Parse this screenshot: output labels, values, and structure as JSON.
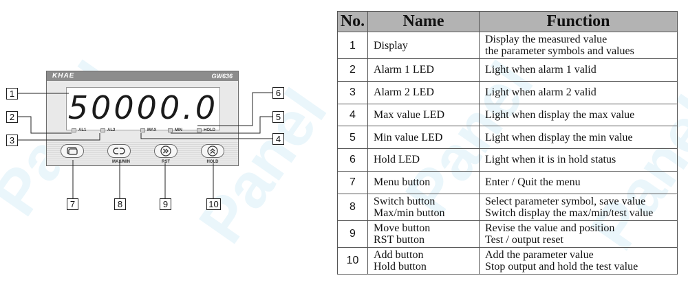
{
  "device": {
    "brand": "KHAE",
    "model": "GW636",
    "display": "50000.0",
    "leds": [
      "AL1",
      "AL2",
      "MAX",
      "MIN",
      "HOLD"
    ],
    "keys": [
      {
        "icon": "menu-icon",
        "label": ""
      },
      {
        "icon": "switch-icon",
        "label": "MAX/MIN"
      },
      {
        "icon": "double-chevron-right-icon",
        "label": "RST"
      },
      {
        "icon": "double-chevron-up-icon",
        "label": "HOLD"
      }
    ]
  },
  "callouts": [
    "1",
    "2",
    "3",
    "4",
    "5",
    "6",
    "7",
    "8",
    "9",
    "10"
  ],
  "table": {
    "headers": [
      "No.",
      "Name",
      "Function"
    ],
    "rows": [
      {
        "no": "1",
        "name": [
          "Display"
        ],
        "function": [
          "Display the measured value",
          "the parameter symbols and values"
        ]
      },
      {
        "no": "2",
        "name": [
          "Alarm 1 LED"
        ],
        "function": [
          "Light when alarm 1 valid"
        ]
      },
      {
        "no": "3",
        "name": [
          "Alarm 2 LED"
        ],
        "function": [
          "Light when alarm 2 valid"
        ]
      },
      {
        "no": "4",
        "name": [
          "Max value LED"
        ],
        "function": [
          "Light when display the max value"
        ]
      },
      {
        "no": "5",
        "name": [
          "Min value LED"
        ],
        "function": [
          "Light when display the min value"
        ]
      },
      {
        "no": "6",
        "name": [
          "Hold LED"
        ],
        "function": [
          "Light when it is in hold status"
        ]
      },
      {
        "no": "7",
        "name": [
          "Menu button"
        ],
        "function": [
          "Enter / Quit the menu"
        ]
      },
      {
        "no": "8",
        "name": [
          "Switch button",
          "Max/min button"
        ],
        "function": [
          "Select parameter symbol, save value",
          "Switch display the max/min/test value"
        ]
      },
      {
        "no": "9",
        "name": [
          "Move button",
          "RST button"
        ],
        "function": [
          "Revise the  value and position",
          "Test / output reset"
        ]
      },
      {
        "no": "10",
        "name": [
          "Add button",
          "Hold button"
        ],
        "function": [
          "Add the parameter value",
          "Stop output and hold the test value"
        ]
      }
    ]
  }
}
